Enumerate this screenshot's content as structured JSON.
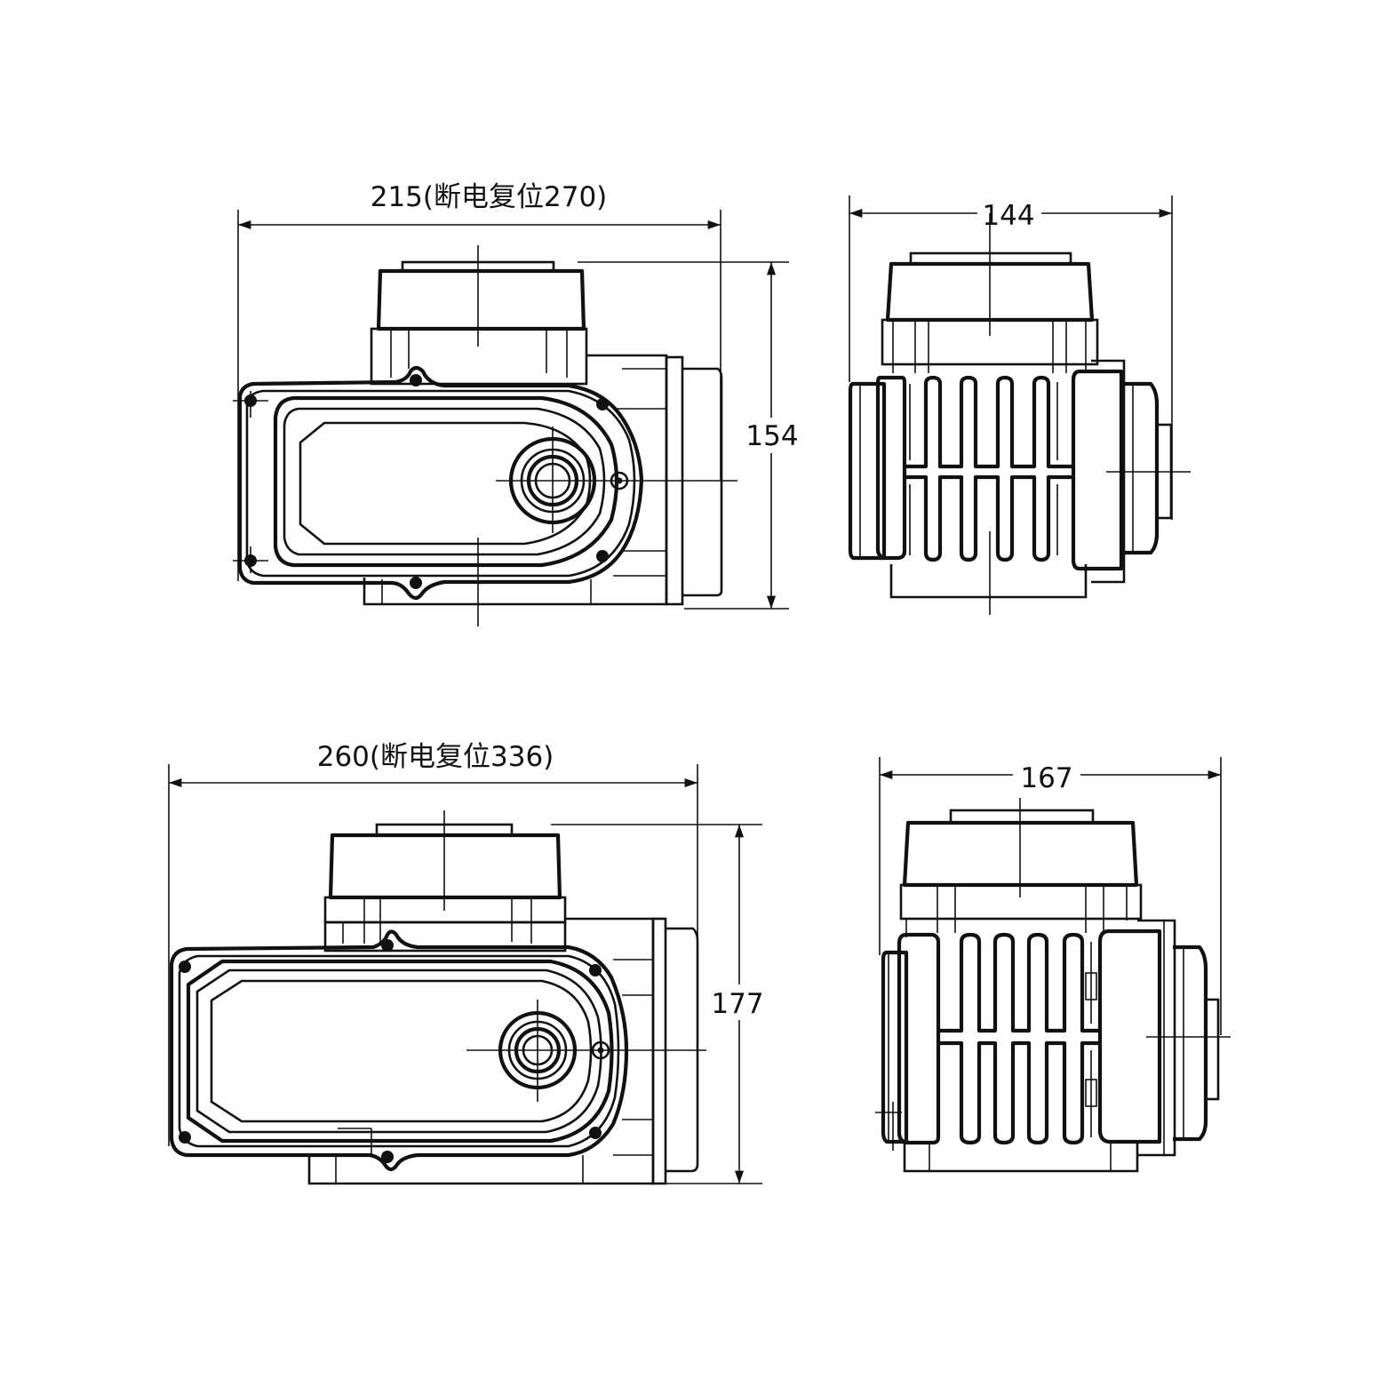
{
  "views": [
    {
      "id": "small-side",
      "width_label": "215(断电复位270)",
      "height_label": "154"
    },
    {
      "id": "small-front",
      "width_label": "144"
    },
    {
      "id": "large-side",
      "width_label": "260(断电复位336)",
      "height_label": "177"
    },
    {
      "id": "large-front",
      "width_label": "167"
    }
  ]
}
